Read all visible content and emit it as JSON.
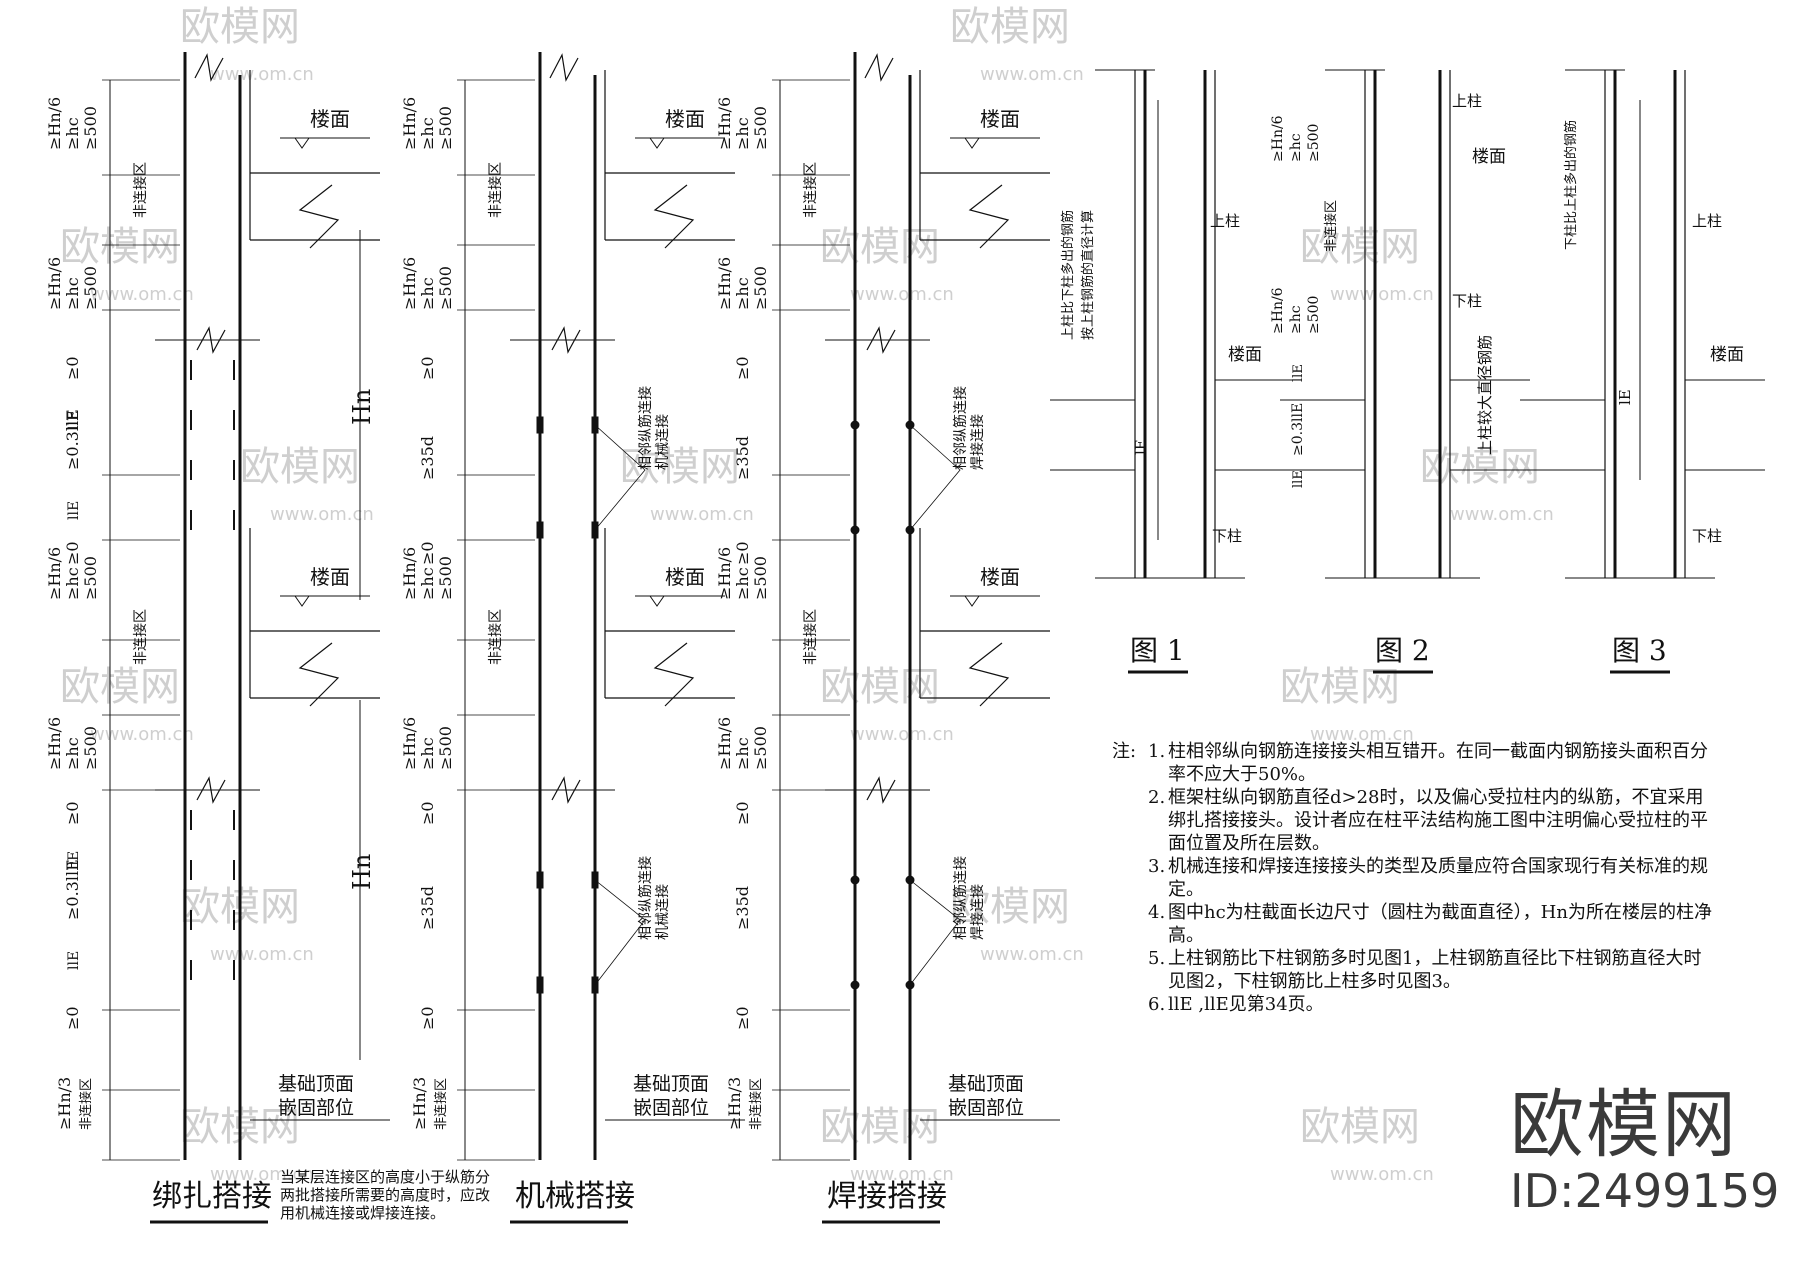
{
  "methods": {
    "lap": "绑扎搭接",
    "mechanical": "机械搭接",
    "welded": "焊接搭接"
  },
  "labels": {
    "floor": "楼面",
    "hn": "Hn",
    "non_zone": "非连接区",
    "hn6": "≥Hn/6",
    "hc": "≥hc",
    "ge500": "≥500",
    "ge0": "≥0",
    "lle": "llE",
    "lle03": "≥0.3llE",
    "ge35d": "≥35d",
    "hn3": "≥Hn/3",
    "found_1": "基础顶面",
    "found_2": "嵌固部位",
    "adj_mech_1": "相邻纵筋连接",
    "adj_mech_2": "机械连接",
    "adj_weld_1": "相邻纵筋连接",
    "adj_weld_2": "焊接连接",
    "upper_col": "上柱",
    "lower_col": "下柱",
    "le": "lE",
    "fig1_note_1": "上柱比下柱多出的钢筋",
    "fig1_note_2": "按上柱钢筋的直径计算",
    "fig2_note": "上柱较大直径钢筋",
    "fig3_note": "下柱比上柱多出的钢筋"
  },
  "figures": {
    "fig1": "图 1",
    "fig2": "图 2",
    "fig3": "图 3"
  },
  "bottom_note": "当某层连接区的高度小于纵筋分两批搭接所需要的高度时，应改用机械连接或焊接连接。",
  "notes": {
    "head": "注:",
    "items": [
      {
        "n": "1.",
        "t": "柱相邻纵向钢筋连接接头相互错开。在同一截面内钢筋接头面积百分率不应大于50%。"
      },
      {
        "n": "2.",
        "t": "框架柱纵向钢筋直径d>28时，以及偏心受拉柱内的纵筋，不宜采用绑扎搭接接头。设计者应在柱平法结构施工图中注明偏心受拉柱的平面位置及所在层数。"
      },
      {
        "n": "3.",
        "t": "机械连接和焊接连接接头的类型及质量应符合国家现行有关标准的规定。"
      },
      {
        "n": "4.",
        "t": "图中hc为柱截面长边尺寸（圆柱为截面直径），Hn为所在楼层的柱净高。"
      },
      {
        "n": "5.",
        "t": "上柱钢筋比下柱钢筋多时见图1，上柱钢筋直径比下柱钢筋直径大时见图2，下柱钢筋比上柱多时见图3。"
      },
      {
        "n": "6.",
        "t": "llE ,llE见第34页。"
      }
    ]
  },
  "brand": {
    "name": "欧模网",
    "id": "ID:2499159",
    "watermark": "欧模网",
    "watermark_url": "www.om.cn"
  }
}
